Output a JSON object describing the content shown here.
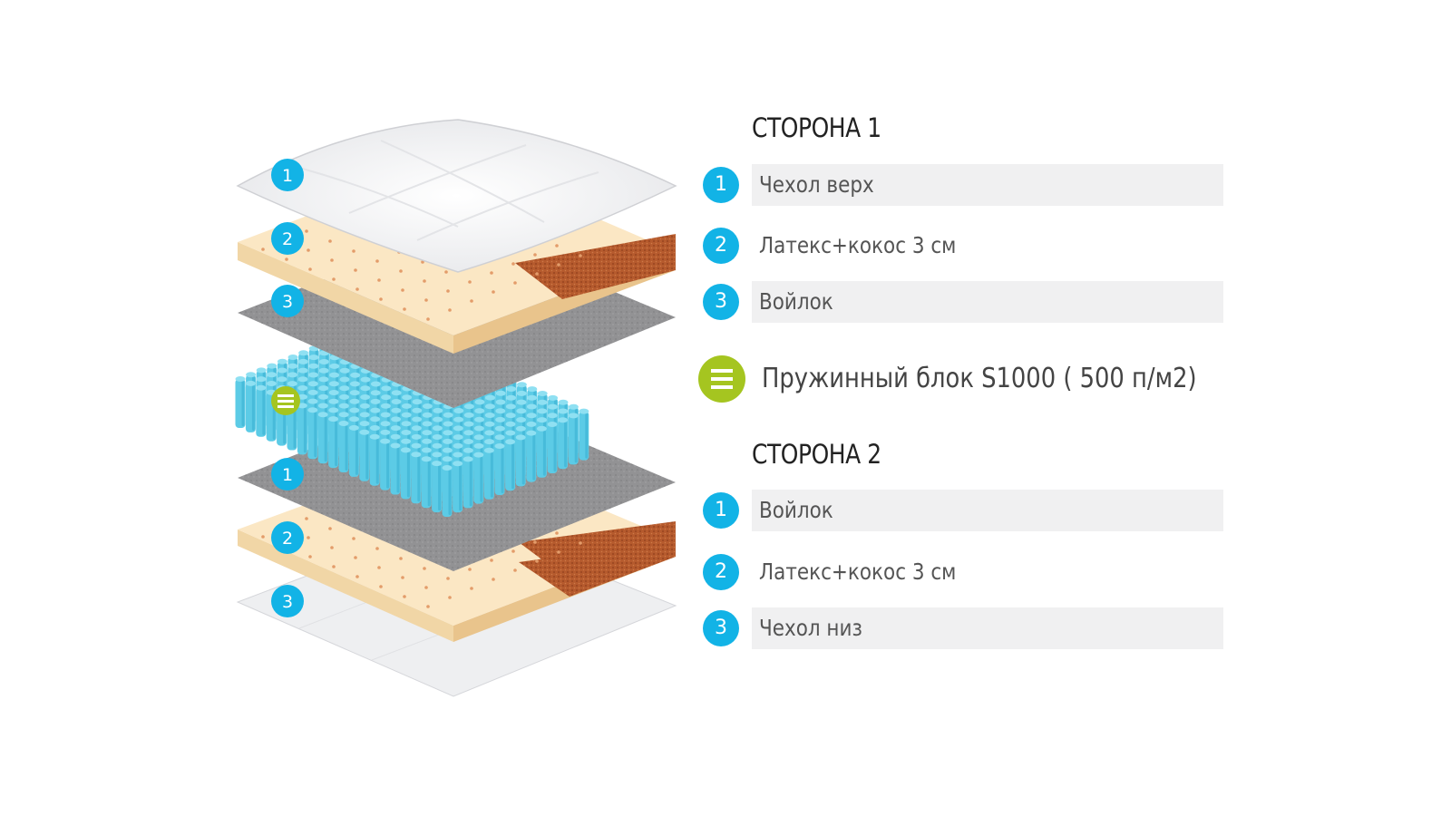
{
  "side1": {
    "title": "СТОРОНА 1",
    "items": [
      {
        "num": "1",
        "label": "Чехол верх",
        "shaded": true
      },
      {
        "num": "2",
        "label": "Латекс+кокос 3 см",
        "shaded": false
      },
      {
        "num": "3",
        "label": "Войлок",
        "shaded": true
      }
    ]
  },
  "spring_block": {
    "label": "Пружинный блок S1000 ( 500 п/м2)",
    "icon": "spring-block-icon"
  },
  "side2": {
    "title": "СТОРОНА 2",
    "items": [
      {
        "num": "1",
        "label": "Войлок",
        "shaded": true
      },
      {
        "num": "2",
        "label": "Латекс+кокос 3 см",
        "shaded": false
      },
      {
        "num": "3",
        "label": "Чехол низ",
        "shaded": true
      }
    ]
  },
  "badges": {
    "top": [
      "1",
      "2",
      "3"
    ],
    "bottom": [
      "1",
      "2",
      "3"
    ]
  },
  "colors": {
    "badge_blue": "#12b3e6",
    "spring_green": "#a5c520",
    "spring_cyan": "#5ccbe6",
    "latex": "#fbe7c4",
    "coconut": "#b5582c",
    "felt": "#8f8f91",
    "cover": "#f4f4f5",
    "row_bg": "#f0f0f1"
  }
}
